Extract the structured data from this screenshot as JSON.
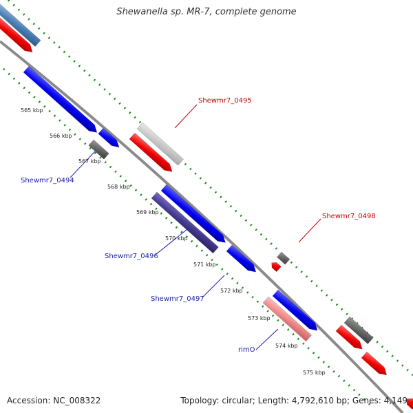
{
  "title": "Shewanella sp. MR-7, complete genome",
  "accession": "Accession: NC_008322",
  "topology": "Topology: circular; Length: 4,792,610 bp; Genes: 4,149",
  "colors": {
    "backbone": "#8a8a8a",
    "dotted_ticks": "#1a8a1a",
    "label_red": "#cc0000",
    "label_blue": "#1a1aaa"
  },
  "kbp_labels": [
    "565 kbp",
    "566 kbp",
    "567 kbp",
    "568 kbp",
    "569 kbp",
    "570 kbp",
    "571 kbp",
    "572 kbp",
    "573 kbp",
    "574 kbp",
    "575 kbp"
  ],
  "gene_labels": {
    "g0494": "Shewmr7_0494",
    "g0495": "Shewmr7_0495",
    "g0496": "Shewmr7_0496",
    "g0497": "Shewmr7_0497",
    "g0498": "Shewmr7_0498",
    "rimO": "rimO"
  }
}
